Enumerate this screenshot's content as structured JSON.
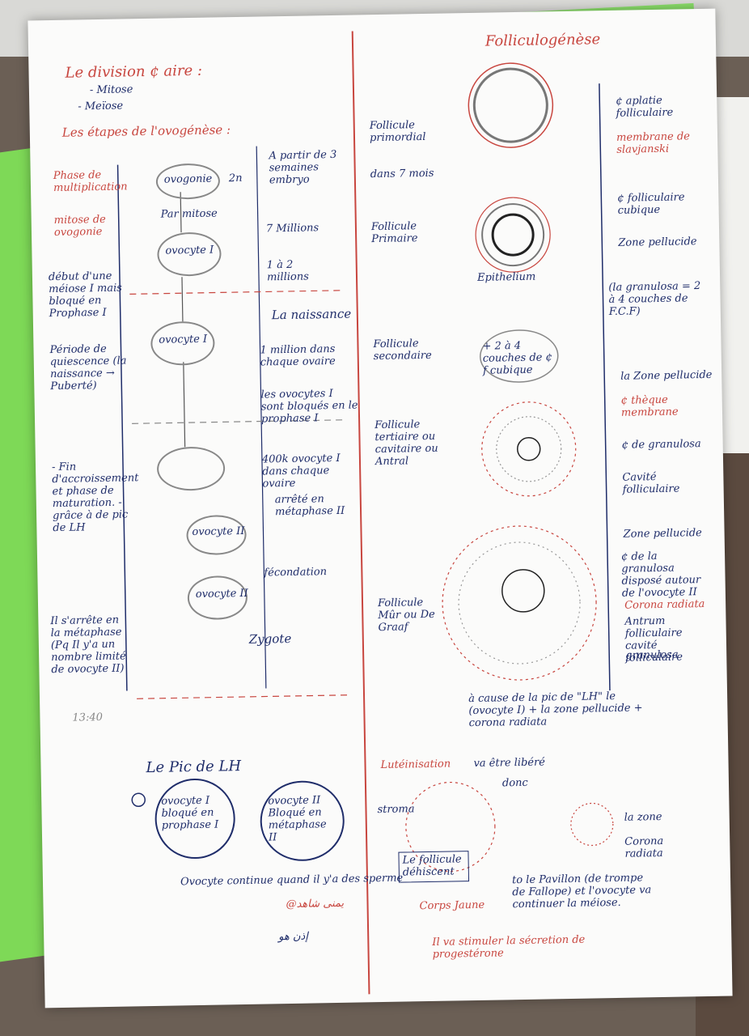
{
  "left": {
    "title": "Le division ¢ aire :",
    "items": [
      "- Mitose",
      "- Meïose"
    ],
    "subtitle": "Les étapes de l'ovogénèse :",
    "phase": "Phase de multiplication",
    "mitose": "mitose de ovogonie",
    "ovogonie": "ovogonie",
    "ovocyte1": "ovocyte I",
    "ovocyte1b": "ovocyte I",
    "ovocyte2": "ovocyte II",
    "ovocyte2b": "ovocyte II",
    "n2": "2n",
    "par_mitose": "Par mitose",
    "a_partir": "A partir de 3 semaines embryo",
    "millions7": "7 Millions",
    "millions12": "1 à 2 millions",
    "naissance": "La naissance",
    "million1": "1 million dans chaque ovaire",
    "bloques": "les ovocytes I sont bloqués en le prophase I",
    "ovocyte400k": "400k ovocyte I dans chaque ovaire",
    "arrete": "arrêté en métaphase II",
    "fecondation": "fécondation",
    "zygote": "Zygote",
    "debut": "début d'une méiose I mais bloqué en Prophase I",
    "periode": "Période de quiescence (la naissance → Puberté)",
    "fin": "- Fin d'accroissement et phase de maturation. - grâce à de pic de LH",
    "arrete_meta": "Il s'arrête en la métaphase (Pq Il y'a un nombre limité de ovocyte II)",
    "lh_title": "Le Pic de LH",
    "lh_ov1": "ovocyte I bloqué en prophase I",
    "lh_ov2": "ovocyte II Bloqué en métaphase II",
    "stamp": "13:40",
    "bottom_note": "Ovocyte continue quand il y'a des sperme",
    "arabic1": "@يمنى شاهد",
    "arabic2": "إذن هو"
  },
  "right": {
    "title": "Folliculogénèse",
    "primordial": "Follicule primordial",
    "primordial_date": "dans 7 mois",
    "primaire": "Follicule Primaire",
    "secondaire": "Follicule secondaire",
    "tertiaire": "Follicule tertiaire ou cavitaire ou Antral",
    "mur": "Follicule Mûr ou De Graaf",
    "c_aplatie": "¢ aplatie folliculaire",
    "membrane": "membrane de slavjanski",
    "c_cubique": "¢ folliculaire cubique",
    "zone_pell": "Zone pellucide",
    "granulosa": "(la granulosa = 2 à 4 couches de F.C.F)",
    "epithelium": "Epithelium",
    "couches": "+ 2 à 4 couches de ¢ f cubique",
    "zone_pell2": "la Zone pellucide",
    "theque": "¢ thèque membrane",
    "granulosa2": "¢ de granulosa",
    "cavite": "Cavité folliculaire",
    "zone_pell3": "Zone pellucide",
    "c_gran": "¢ de la granulosa disposé autour de l'ovocyte II",
    "corona": "Corona radiata",
    "antrum": "Antrum folliculaire cavité folliculaire",
    "granulosa3": "granulosa",
    "cause": "à cause de la pic de \"LH\" le (ovocyte I) + la zone pellucide + corona radiata",
    "lutein": "Lutéinisation",
    "libere": "va être libéré",
    "donc": "donc",
    "stroma": "stroma",
    "dehiscent": "Le follicule déhiscent",
    "corps": "Corps Jaune",
    "secretion": "Il va stimuler la sécretion de progestérone",
    "zone_lab": "la zone",
    "corona2": "Corona radiata",
    "pavillon": "to le Pavillon (de trompe de Fallope) et l'ovocyte va continuer la méiose."
  }
}
